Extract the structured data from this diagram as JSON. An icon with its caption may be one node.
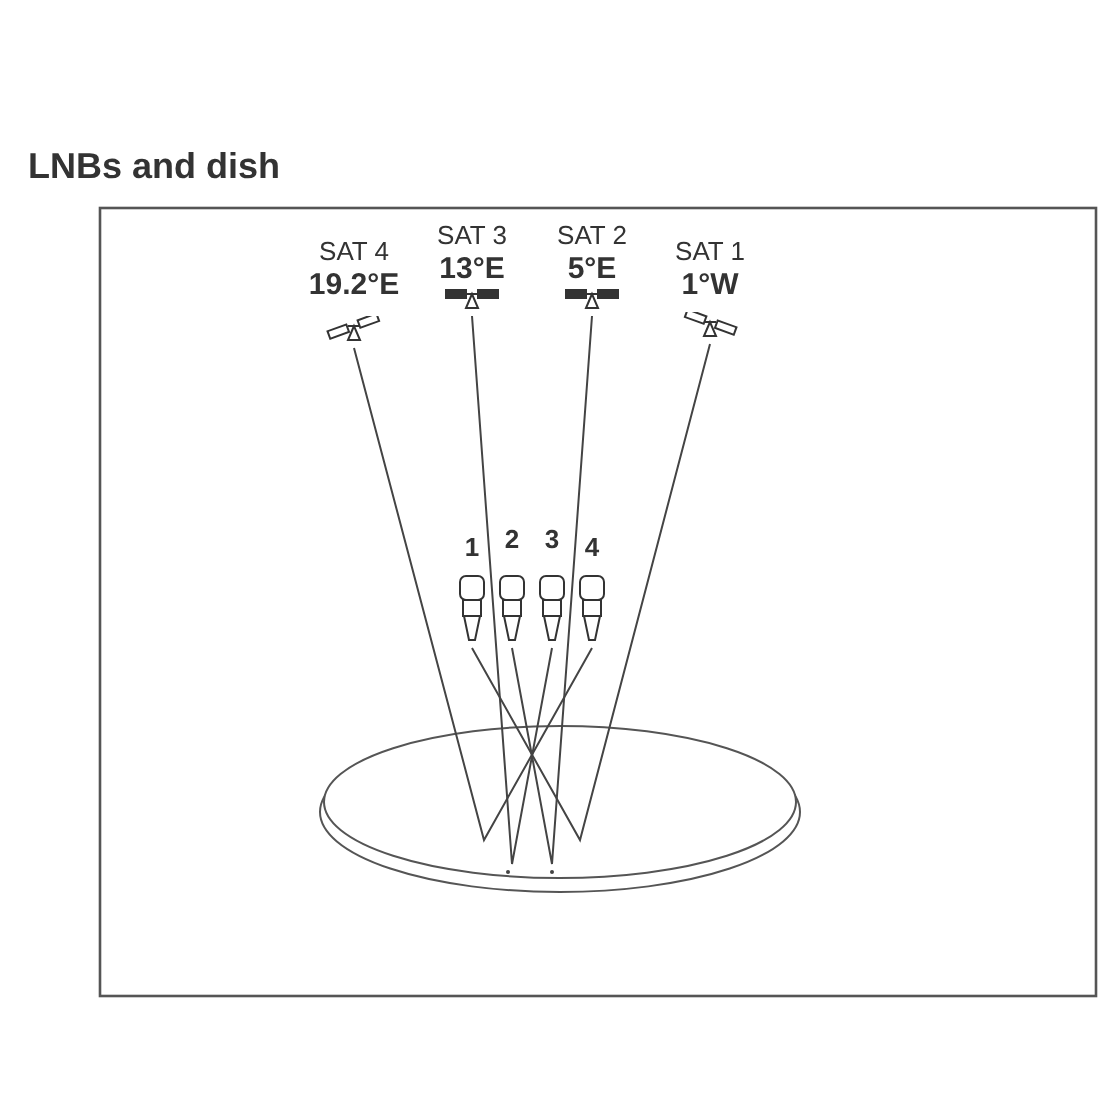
{
  "diagram": {
    "title": "LNBs and dish",
    "nodes": [
      {
        "text": [
          "SAT 4",
          "19.2°E"
        ]
      },
      {
        "text": [
          "SAT 3",
          "13°E"
        ]
      },
      {
        "text": [
          "SAT 2",
          "5°E"
        ]
      },
      {
        "text": [
          "SAT 1",
          "1°W"
        ]
      },
      {
        "text": [
          "1"
        ]
      },
      {
        "text": [
          "2"
        ]
      },
      {
        "text": [
          "3"
        ]
      },
      {
        "text": [
          "4"
        ]
      }
    ],
    "edges": [
      {
        "from": 0,
        "to": 7,
        "arrow": "none"
      },
      {
        "from": 1,
        "to": 6,
        "arrow": "none"
      },
      {
        "from": 2,
        "to": 5,
        "arrow": "none"
      },
      {
        "from": 3,
        "to": 4,
        "arrow": "none"
      }
    ]
  }
}
